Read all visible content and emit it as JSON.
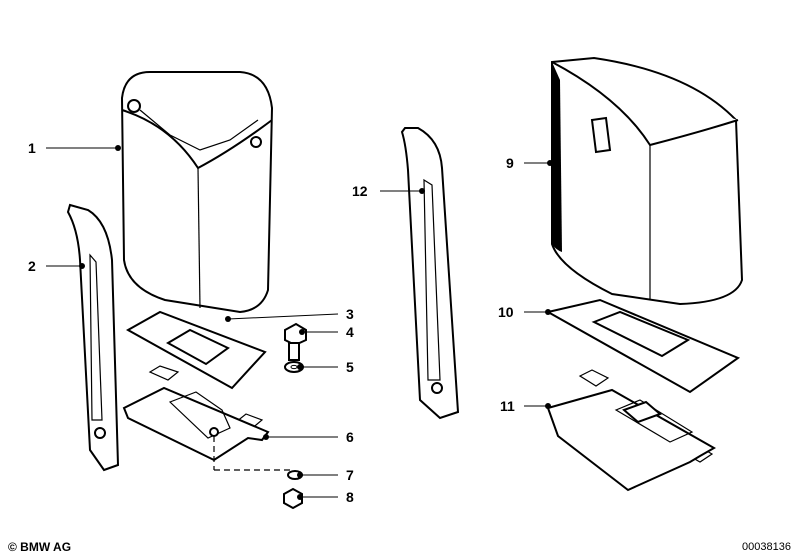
{
  "diagram": {
    "callouts": [
      "1",
      "2",
      "3",
      "4",
      "5",
      "6",
      "7",
      "8",
      "9",
      "10",
      "11",
      "12"
    ]
  },
  "footer": {
    "copyright": "© BMW AG",
    "doc_number": "00038136"
  },
  "colors": {
    "ink": "#000000",
    "paper": "#ffffff"
  }
}
